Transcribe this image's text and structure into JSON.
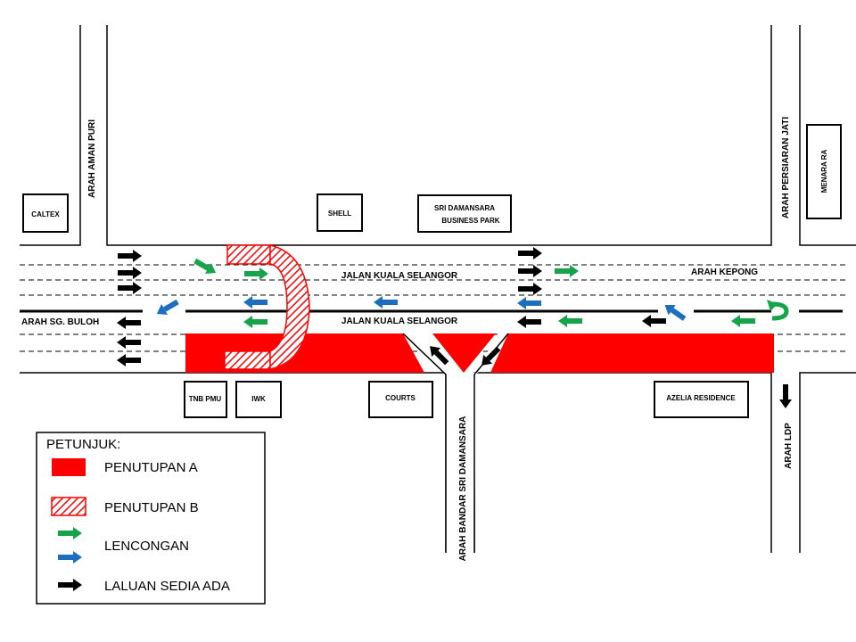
{
  "colors": {
    "closure_red": "#ff0000",
    "detour_green": "#16a34a",
    "detour_blue": "#1d6fbe",
    "existing_black": "#000000"
  },
  "directions": {
    "aman_puri": "ARAH AMAN PURI",
    "persiaran_jati": "ARAH PERSIARAN JATI",
    "sg_buloh": "ARAH SG. BULOH",
    "kepong": "ARAH KEPONG",
    "bandar_sri_damansara": "ARAH BANDAR SRI DAMANSARA",
    "ldp": "ARAH LDP"
  },
  "roads": {
    "upper": "JALAN KUALA SELANGOR",
    "lower": "JALAN KUALA SELANGOR"
  },
  "buildings": {
    "caltex": "CALTEX",
    "shell": "SHELL",
    "sri_damansara_bp_1": "SRI DAMANSARA",
    "sri_damansara_bp_2": "BUSINESS PARK",
    "menara_ra": "MENARA RA",
    "tnb_pmu": "TNB PMU",
    "iwk": "IWK",
    "courts": "COURTS",
    "azelia": "AZELIA RESIDENCE"
  },
  "legend": {
    "title": "PETUNJUK:",
    "items": [
      {
        "label": "PENUTUPAN A",
        "swatch": "solid-red"
      },
      {
        "label": "PENUTUPAN B",
        "swatch": "hatched-red"
      },
      {
        "label": "LENCONGAN",
        "swatch": "green-blue-arrows"
      },
      {
        "label": "LALUAN SEDIA ADA",
        "swatch": "black-arrow"
      }
    ]
  }
}
